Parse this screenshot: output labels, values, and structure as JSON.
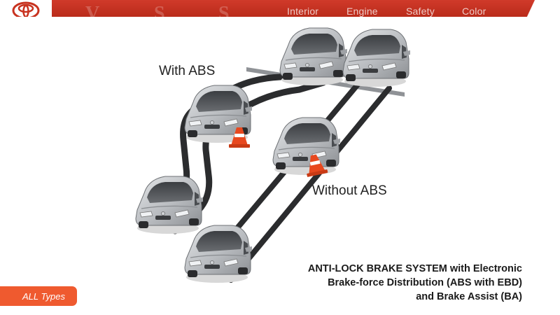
{
  "header": {
    "logo_icon": "toyota-logo-icon",
    "nav": [
      {
        "label": "Interior"
      },
      {
        "label": "Engine"
      },
      {
        "label": "Safety"
      },
      {
        "label": "Color"
      }
    ],
    "colors": {
      "bar": "#c8321f",
      "tab": "#ef5a2f"
    }
  },
  "diagram": {
    "with_abs_label": "With ABS",
    "without_abs_label": "Without ABS",
    "caption_lines": [
      "ANTI-LOCK BRAKE SYSTEM with Electronic",
      "Brake-force Distribution (ABS with EBD)",
      "and Brake Assist (BA)"
    ]
  },
  "footer": {
    "types_label": "ALL Types"
  }
}
